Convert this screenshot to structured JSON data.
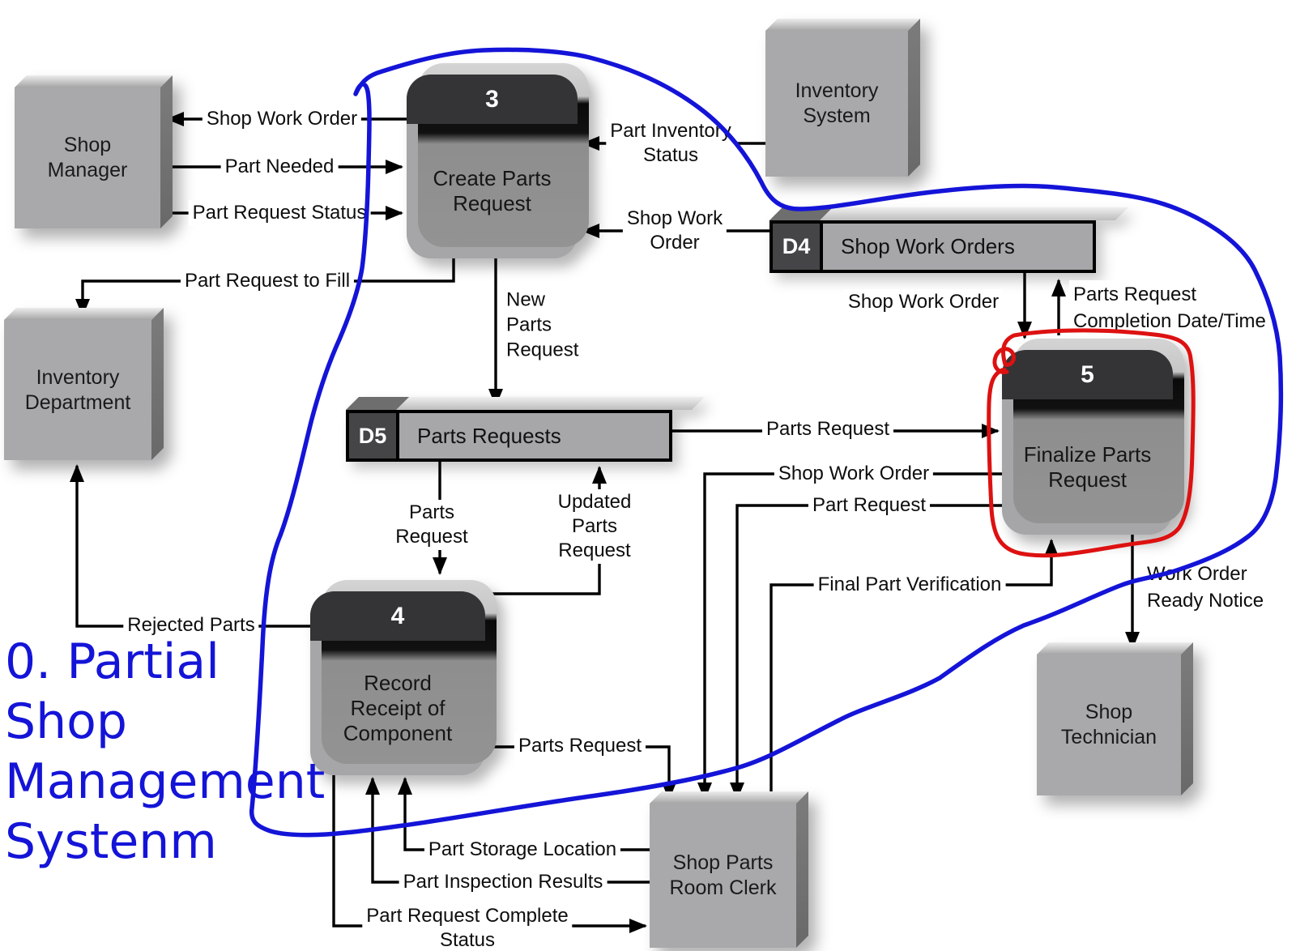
{
  "annotation": {
    "title": "0. Partial\nShop\nManagement\nSystenm",
    "blue_color": "#1414d8",
    "red_color": "#dd1111"
  },
  "entities": {
    "shop_manager": {
      "label": "Shop\nManager"
    },
    "inventory_system": {
      "label": "Inventory\nSystem"
    },
    "inventory_department": {
      "label": "Inventory\nDepartment"
    },
    "shop_technician": {
      "label": "Shop\nTechnician"
    },
    "shop_parts_room_clerk": {
      "label": "Shop Parts\nRoom Clerk"
    }
  },
  "processes": {
    "create": {
      "number": "3",
      "label": "Create Parts\nRequest"
    },
    "record": {
      "number": "4",
      "label": "Record\nReceipt of\nComponent"
    },
    "finalize": {
      "number": "5",
      "label": "Finalize Parts\nRequest"
    }
  },
  "stores": {
    "d4": {
      "id": "D4",
      "label": "Shop Work Orders"
    },
    "d5": {
      "id": "D5",
      "label": "Parts Requests"
    }
  },
  "flows": {
    "shop_work_order_to_manager": {
      "label": "Shop Work Order"
    },
    "part_needed": {
      "label": "Part Needed"
    },
    "part_request_status": {
      "label": "Part Request Status"
    },
    "part_request_to_fill": {
      "label": "Part Request to Fill"
    },
    "part_inventory_status": {
      "label": "Part Inventory\nStatus"
    },
    "shop_work_order_to_create": {
      "label": "Shop Work\nOrder"
    },
    "shop_work_order_d4_finalize": {
      "label": "Shop Work Order"
    },
    "parts_request_completion": {
      "label": "Parts Request\nCompletion Date/Time"
    },
    "new_parts_request": {
      "label": "New\nParts\nRequest"
    },
    "parts_request_d5_finalize": {
      "label": "Parts Request"
    },
    "shop_work_order_to_clerk": {
      "label": "Shop Work Order"
    },
    "part_request_to_clerk": {
      "label": "Part Request"
    },
    "final_part_verification": {
      "label": "Final Part Verification"
    },
    "work_order_ready_notice": {
      "label": "Work Order\nReady Notice"
    },
    "parts_request_d5_record": {
      "label": "Parts\nRequest"
    },
    "updated_parts_request": {
      "label": "Updated\nParts\nRequest"
    },
    "rejected_parts": {
      "label": "Rejected Parts"
    },
    "parts_request_record_clerk": {
      "label": "Parts Request"
    },
    "part_storage_location": {
      "label": "Part Storage Location"
    },
    "part_inspection_results": {
      "label": "Part Inspection Results"
    },
    "part_request_complete_status": {
      "label": "Part Request Complete\nStatus"
    }
  }
}
